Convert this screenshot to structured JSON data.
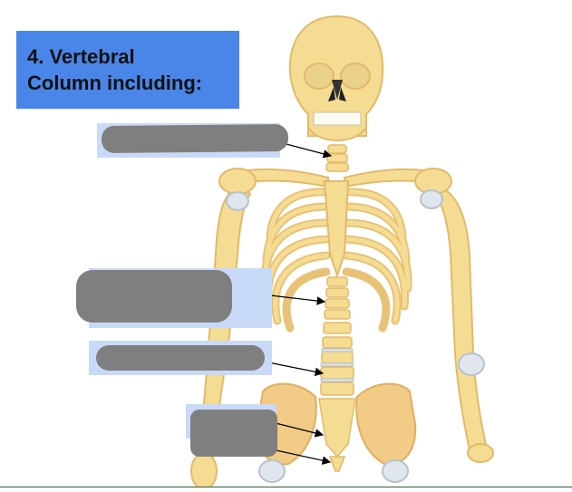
{
  "title": {
    "line1": "4. Vertebral",
    "line2": "Column including:"
  },
  "colors": {
    "bone": "#f5dc93",
    "bone_dark": "#e3b96a",
    "pelvis": "#f2cc86",
    "title_bg": "#4a86e8",
    "label_bg": "#c9daf8",
    "redaction": "#7f7f7f"
  },
  "labels": [
    {
      "name": "label-cervical",
      "redacted": true
    },
    {
      "name": "label-thoracic",
      "redacted": true
    },
    {
      "name": "label-lumbar",
      "redacted": true
    },
    {
      "name": "label-sacrum-coccyx",
      "redacted": true
    }
  ]
}
